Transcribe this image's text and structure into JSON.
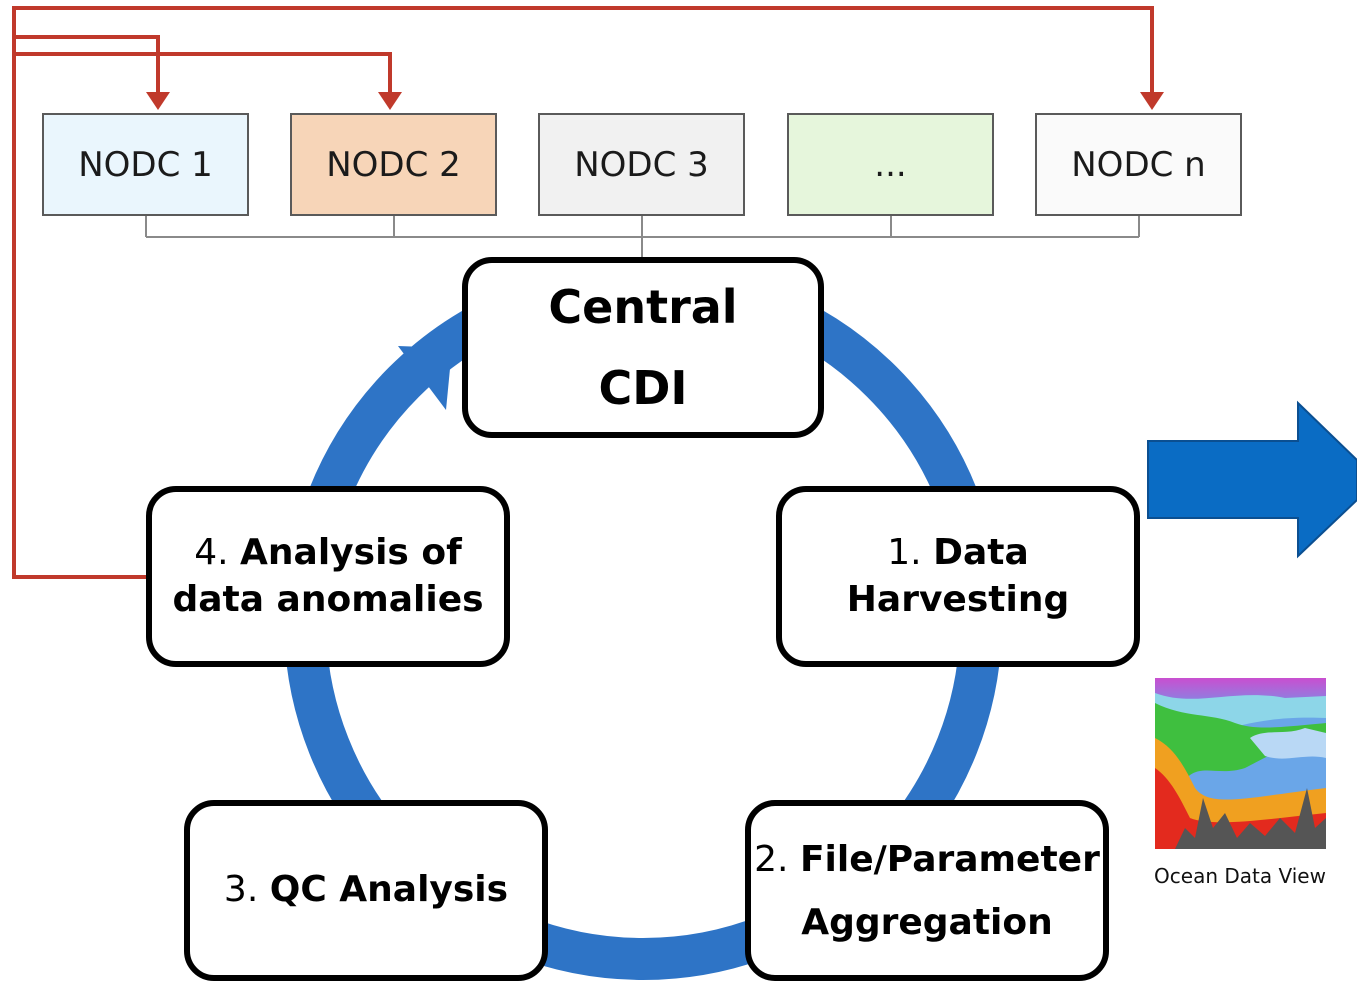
{
  "nodes": [
    {
      "label": "NODC 1",
      "fill": "#eaf6fd"
    },
    {
      "label": "NODC 2",
      "fill": "#f7d5b8"
    },
    {
      "label": "NODC 3",
      "fill": "#f1f1f1"
    },
    {
      "label": "...",
      "fill": "#e6f6dc"
    },
    {
      "label": "NODC n",
      "fill": "#fafafa"
    }
  ],
  "central": {
    "line1": "Central",
    "line2": "CDI"
  },
  "steps": {
    "s1": {
      "num": "1.",
      "a": "Data",
      "b": "Harvesting"
    },
    "s2": {
      "num": "2.",
      "a": "File/Parameter",
      "b": "Aggregation"
    },
    "s3": {
      "num": "3.",
      "a": "QC Analysis"
    },
    "s4": {
      "num": "4.",
      "a": "Analysis of",
      "b": "data anomalies"
    }
  },
  "output": {
    "caption": "Ocean Data View"
  },
  "colors": {
    "cycle_arrow": "#2e74c6",
    "big_arrow": "#0a6cc4",
    "feedback_line": "#c0392b",
    "connector": "#8a8a8a"
  }
}
